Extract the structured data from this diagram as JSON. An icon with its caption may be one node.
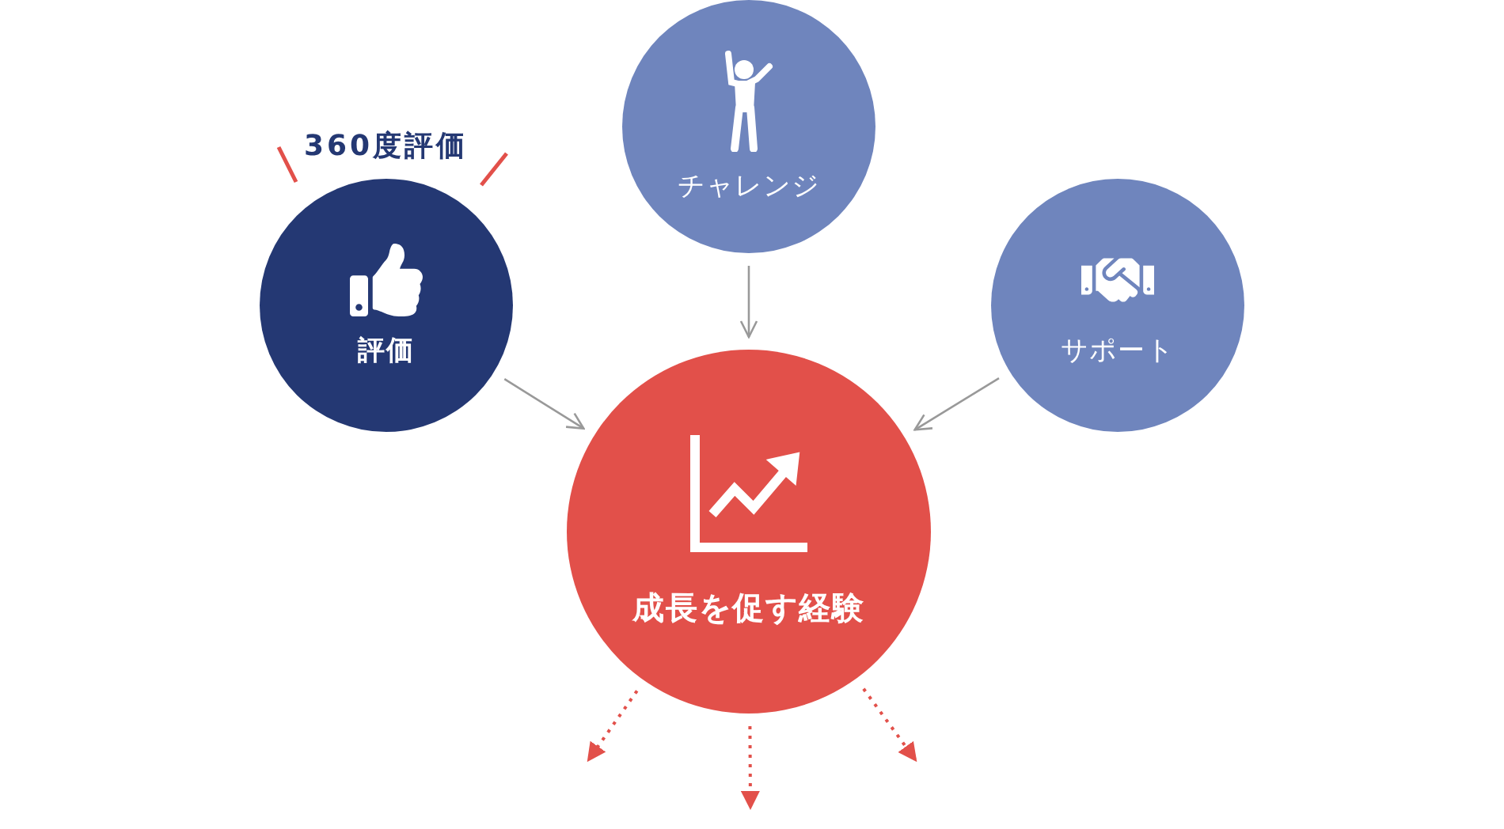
{
  "diagram": {
    "nodes": [
      {
        "text": [
          "評価"
        ],
        "beside": [
          "360度評価"
        ]
      },
      {
        "text": [
          "チャレンジ"
        ]
      },
      {
        "text": [
          "サポート"
        ]
      },
      {
        "text": [
          "成長を促す経験"
        ]
      }
    ],
    "edges": [
      {
        "from": 0,
        "to": 3,
        "arrow": "to"
      },
      {
        "from": 1,
        "to": 3,
        "arrow": "to"
      },
      {
        "from": 2,
        "to": 3,
        "arrow": "to"
      },
      {
        "from": 3,
        "to": null,
        "arrow": "to",
        "style": "dashed",
        "color": "#e2504a"
      },
      {
        "from": 3,
        "to": null,
        "arrow": "to",
        "style": "dashed",
        "color": "#e2504a"
      },
      {
        "from": 3,
        "to": null,
        "arrow": "to",
        "style": "dashed",
        "color": "#e2504a"
      }
    ]
  }
}
